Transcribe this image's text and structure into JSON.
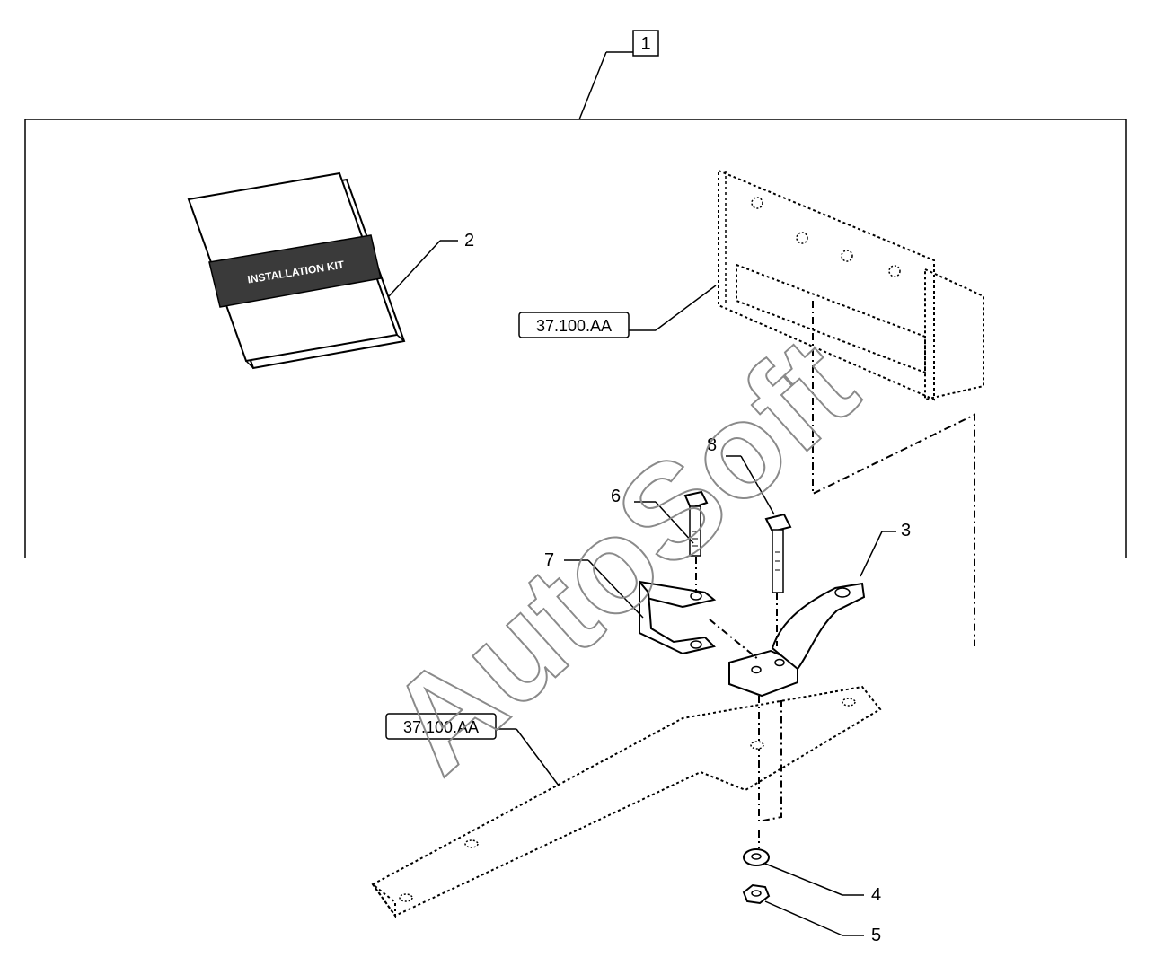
{
  "assembly": {
    "callout": "1"
  },
  "callouts": [
    {
      "id": "2",
      "label": "2"
    },
    {
      "id": "3",
      "label": "3"
    },
    {
      "id": "4",
      "label": "4"
    },
    {
      "id": "5",
      "label": "5"
    },
    {
      "id": "6",
      "label": "6"
    },
    {
      "id": "7",
      "label": "7"
    },
    {
      "id": "8",
      "label": "8"
    }
  ],
  "references": [
    {
      "label": "37.100.AA"
    },
    {
      "label": "37.100.AA"
    }
  ],
  "manual": {
    "cover_text": "INSTALLATION KIT"
  },
  "watermark": {
    "text": "AutoSoft"
  }
}
